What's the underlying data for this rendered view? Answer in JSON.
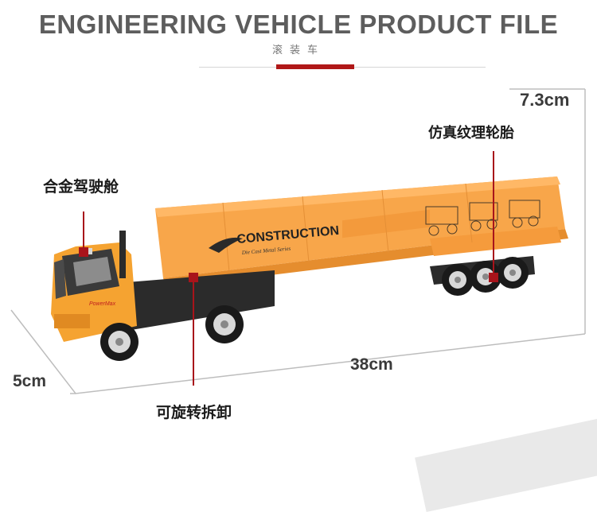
{
  "header": {
    "title": "ENGINEERING VEHICLE PRODUCT FILE",
    "subtitle": "滚装车"
  },
  "labels": {
    "cockpit": "合金驾驶舱",
    "tires": "仿真纹理轮胎",
    "detachable": "可旋转拆卸"
  },
  "dimensions": {
    "height": "7.3cm",
    "length": "38cm",
    "width": "5cm"
  },
  "truck": {
    "trailer_brand": "CONSTRUCTION",
    "trailer_tagline": "Die Cast Metal Series",
    "cab_brand": "PowerMax"
  },
  "colors": {
    "accent": "#a8141b",
    "truck_orange": "#f5a331",
    "trailer_orange": "#f8a64a",
    "chassis": "#2b2b2b"
  }
}
